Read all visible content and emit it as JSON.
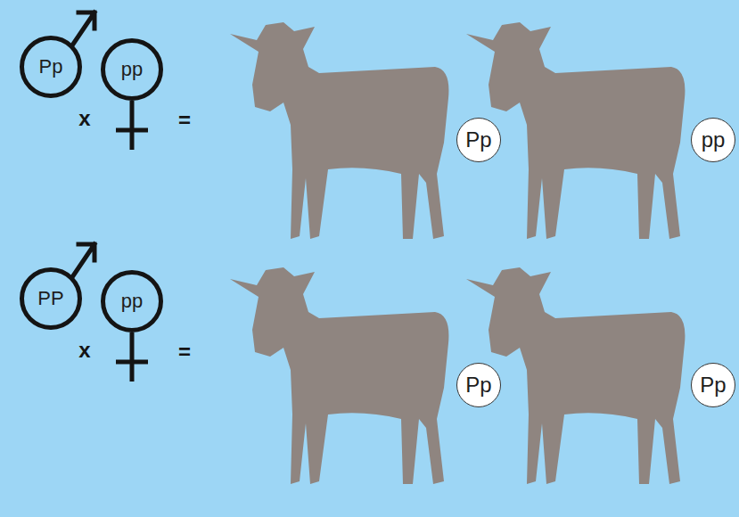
{
  "diagram": {
    "nodes": [
      {
        "text": [
          "Pp"
        ]
      },
      {
        "text": [
          "pp"
        ]
      },
      {
        "text": [
          "Pp"
        ]
      },
      {
        "text": [
          "pp"
        ]
      },
      {
        "text": [
          "PP"
        ]
      },
      {
        "text": [
          "pp"
        ]
      },
      {
        "text": [
          "Pp"
        ]
      },
      {
        "text": [
          "Pp"
        ]
      }
    ],
    "labels": [
      "x",
      "=",
      "x",
      "="
    ]
  }
}
